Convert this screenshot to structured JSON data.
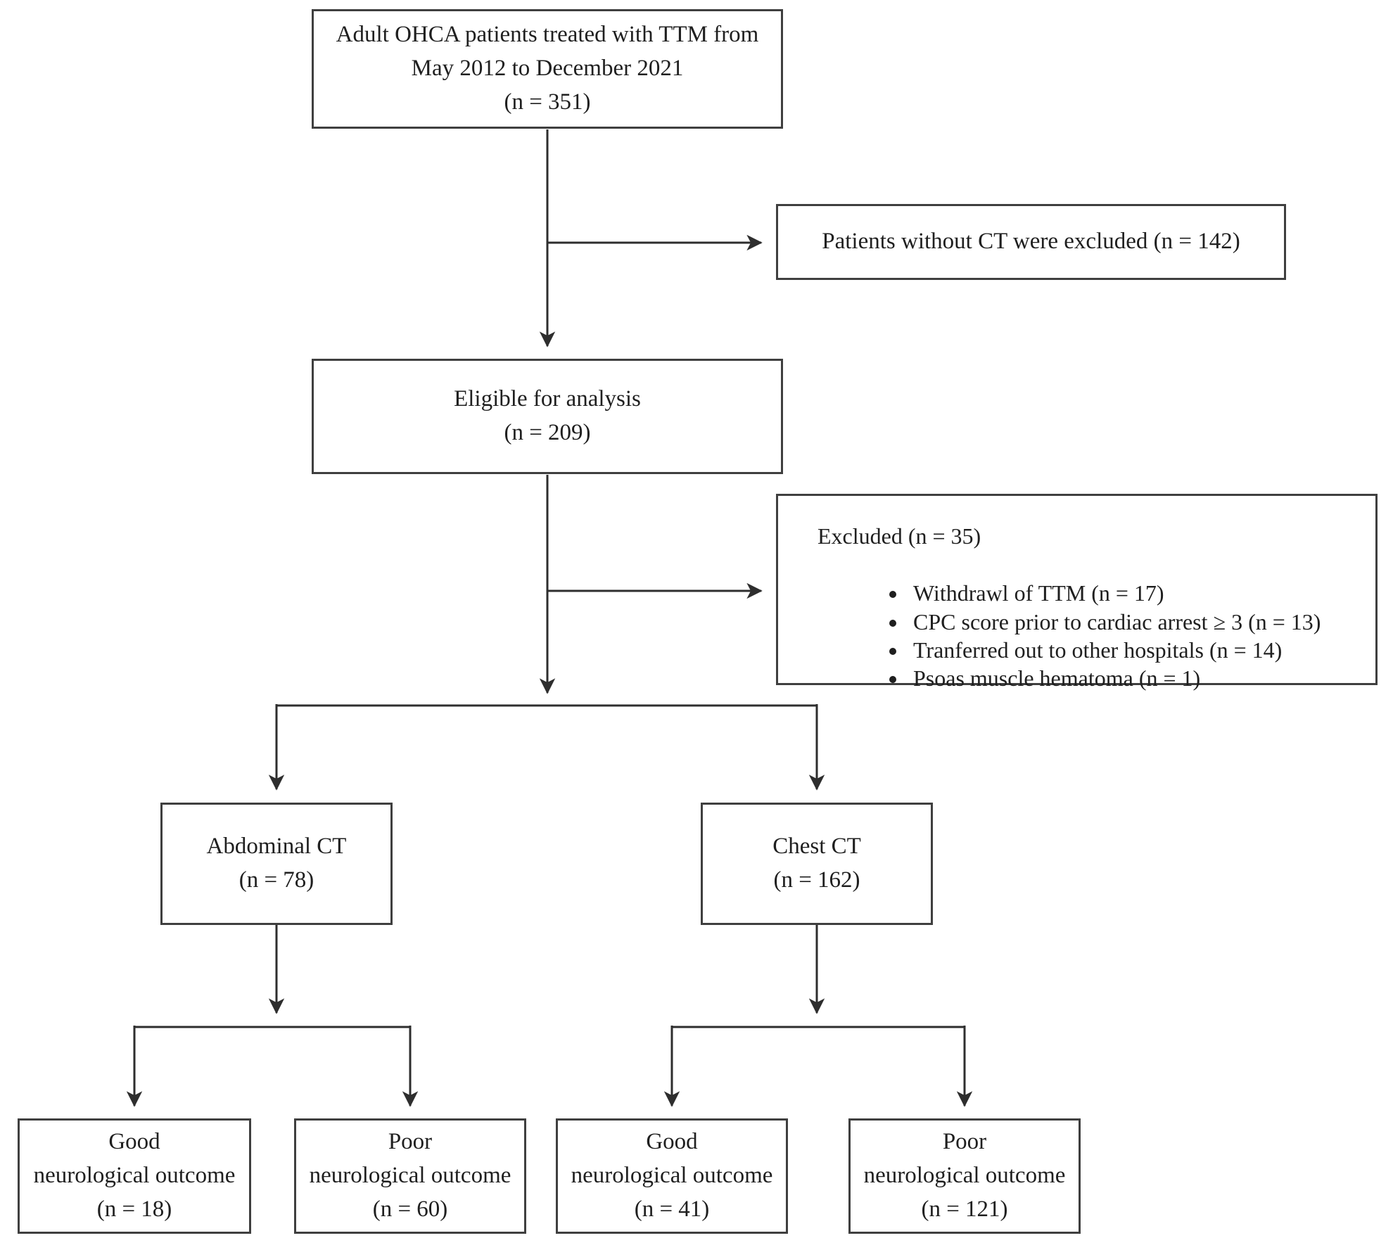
{
  "colors": {
    "background": "#ffffff",
    "box_border": "#3f3f3f",
    "text": "#1f1f1f",
    "connector": "#2e2e2e"
  },
  "boxes": {
    "top": {
      "lines": [
        "Adult OHCA patients treated with TTM from",
        "May 2012 to December 2021",
        "(n = 351)"
      ]
    },
    "no_ct": {
      "text": "Patients without CT were excluded (n = 142)"
    },
    "eligible": {
      "lines": [
        "Eligible for analysis",
        "(n = 209)"
      ]
    },
    "excluded": {
      "heading": "Excluded (n = 35)",
      "items": [
        "Withdrawl of TTM (n = 17)",
        "CPC score prior to cardiac arrest ≥ 3 (n = 13)",
        "Tranferred out to other hospitals (n = 14)",
        "Psoas muscle hematoma (n = 1)"
      ]
    },
    "abdominal": {
      "lines": [
        "Abdominal CT",
        "(n = 78)"
      ]
    },
    "chest": {
      "lines": [
        "Chest CT",
        "(n = 162)"
      ]
    },
    "abdominal_good": {
      "lines": [
        "Good",
        "neurological outcome",
        "(n = 18)"
      ]
    },
    "abdominal_poor": {
      "lines": [
        "Poor",
        "neurological outcome",
        "(n = 60)"
      ]
    },
    "chest_good": {
      "lines": [
        "Good",
        "neurological outcome",
        "(n = 41)"
      ]
    },
    "chest_poor": {
      "lines": [
        "Poor",
        "neurological outcome",
        "(n = 121)"
      ]
    }
  }
}
